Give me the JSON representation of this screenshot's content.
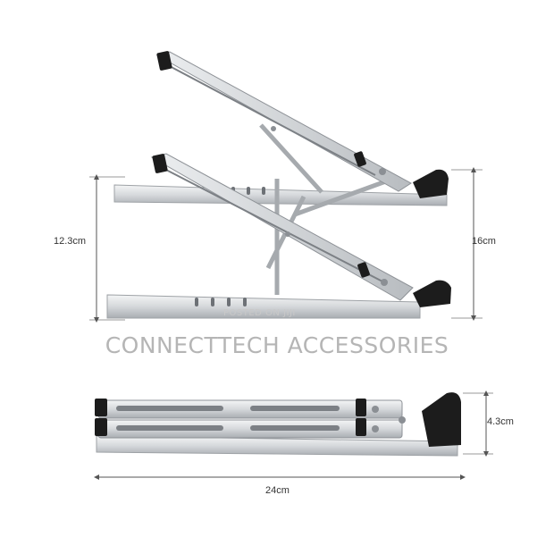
{
  "image": {
    "subject": "Foldable aluminum laptop stand",
    "colors": {
      "background": "#ffffff",
      "aluminum": "#d7d9db",
      "aluminum_dark": "#9a9ea3",
      "rubber_pad": "#1c1c1c",
      "dimension_line": "#555555"
    }
  },
  "dimensions": {
    "left_height": "12.3cm",
    "right_height": "16cm",
    "folded_height": "4.3cm",
    "length": "24cm"
  },
  "watermark": {
    "brand": "CONNECTTECH ACCESSORIES",
    "posted": "POSTED ON JIJI"
  }
}
